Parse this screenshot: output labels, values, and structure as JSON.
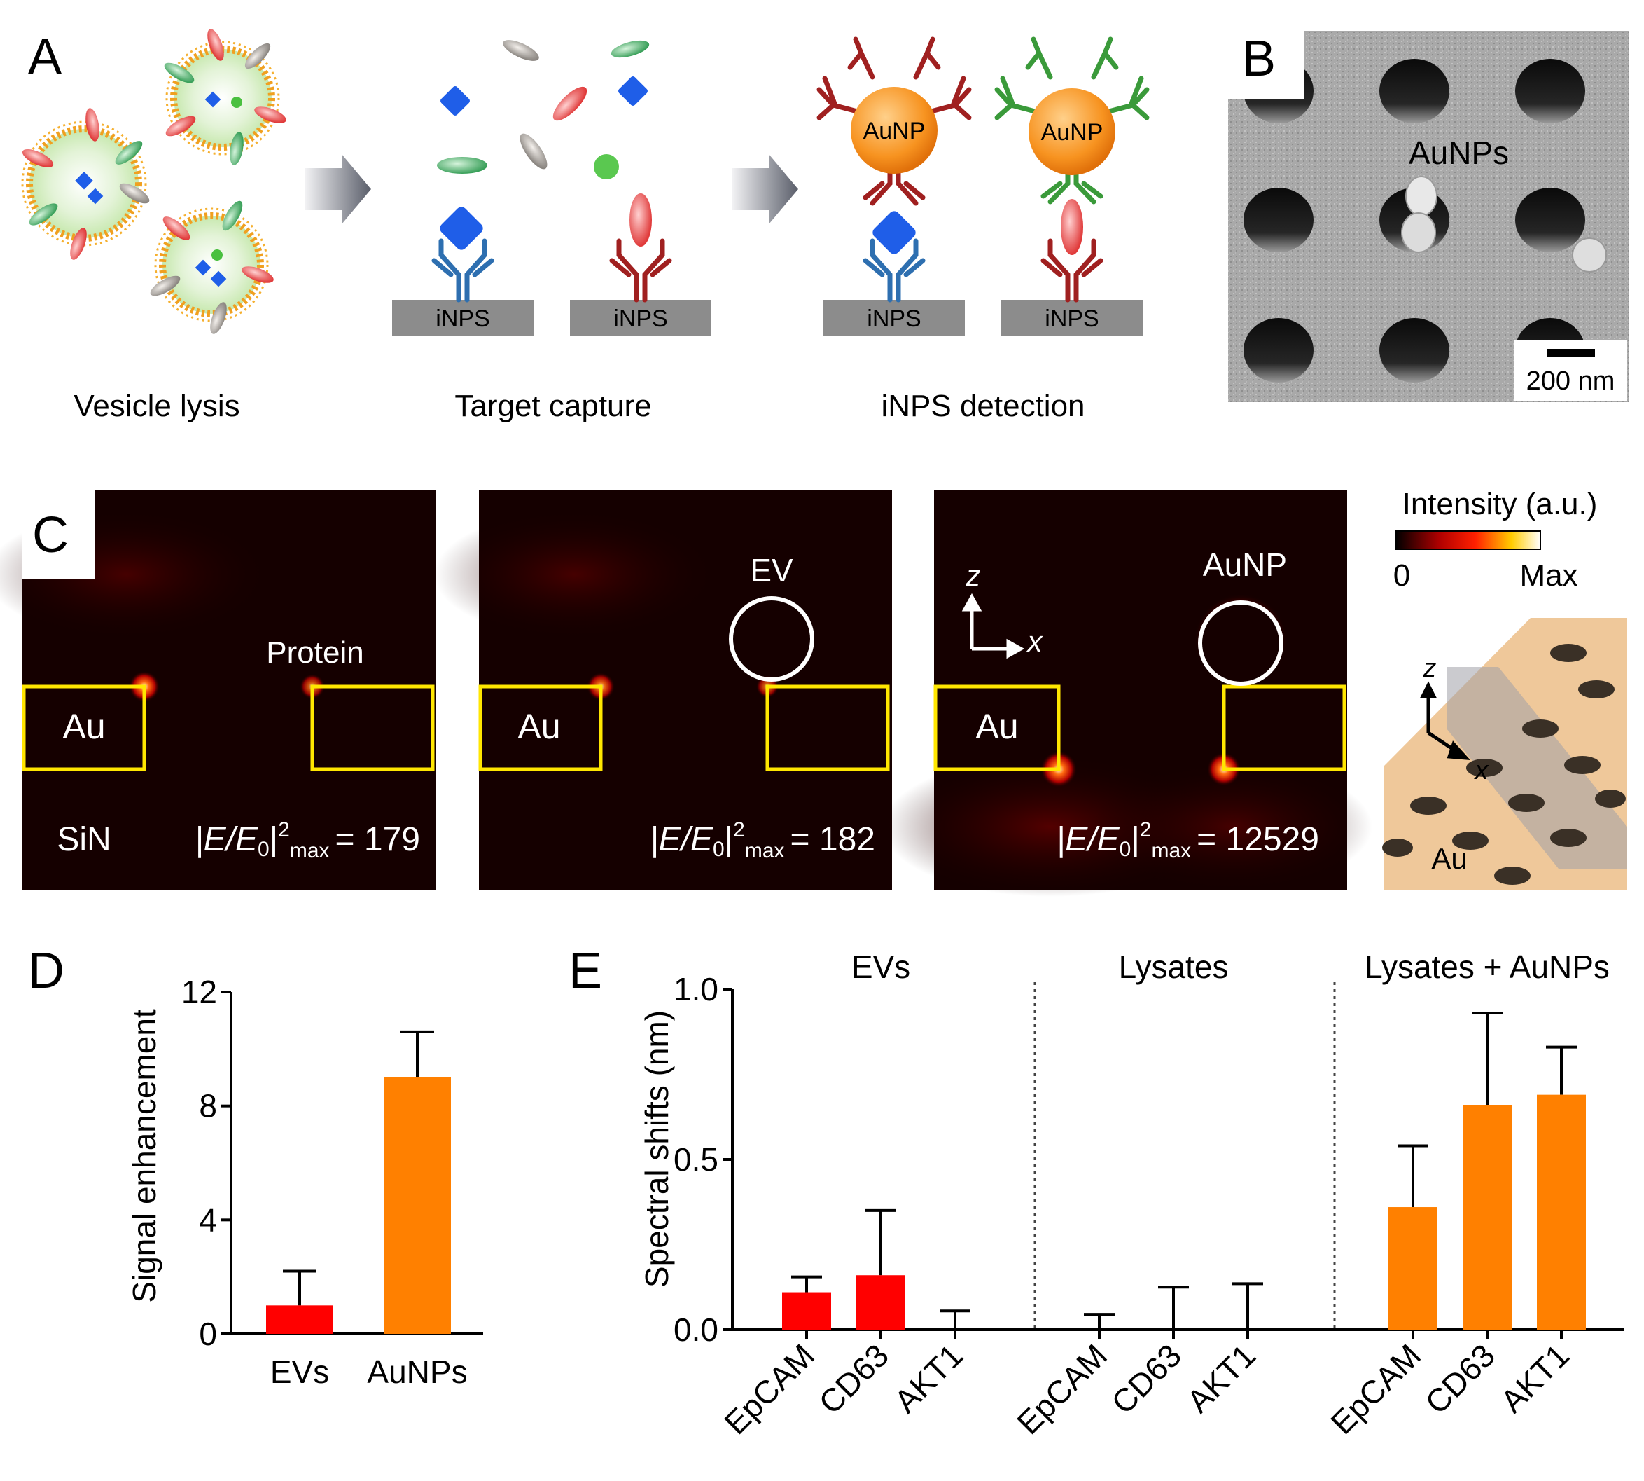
{
  "panel_labels": {
    "a": "A",
    "b": "B",
    "c": "C",
    "d": "D",
    "e": "E"
  },
  "panel_a": {
    "step1_label": "Vesicle lysis",
    "step2_label": "Target capture",
    "step3_label": "iNPS detection",
    "substrate_label": "iNPS",
    "nanoparticle_label": "AuNP",
    "colors": {
      "blue_protein": "#1f5ee8",
      "red_protein": "#e03a3a",
      "green_protein": "#3aa05a",
      "gray_protein": "#8a8580",
      "antibody_blue": "#2e6fb0",
      "antibody_red": "#a02020",
      "antibody_green": "#3a9a3a",
      "aunp": "#f79320",
      "substrate": "#8c8c8c"
    }
  },
  "panel_b": {
    "annotation": "AuNPs",
    "scale_bar": "200 nm"
  },
  "panel_c": {
    "maps": [
      {
        "substrate": "SiN",
        "metal": "Au",
        "target": "Protein",
        "formula_prefix": "|E/E",
        "formula_sub": "0",
        "formula_mid": "|",
        "formula_sup": "2",
        "formula_sub2": "max",
        "value": "= 179"
      },
      {
        "metal": "Au",
        "target": "EV",
        "formula_prefix": "|E/E",
        "formula_sub": "0",
        "formula_mid": "|",
        "formula_sup": "2",
        "formula_sub2": "max",
        "value": "= 182"
      },
      {
        "metal": "Au",
        "target": "AuNP",
        "axis_z": "z",
        "axis_x": "x",
        "formula_prefix": "|E/E",
        "formula_sub": "0",
        "formula_mid": "|",
        "formula_sup": "2",
        "formula_sub2": "max",
        "value": "= 12529"
      }
    ],
    "colorbar": {
      "title": "Intensity (a.u.)",
      "min": "0",
      "max": "Max"
    },
    "schematic": {
      "axis_z": "z",
      "axis_x": "x",
      "label": "Au"
    }
  },
  "chart_data": [
    {
      "type": "bar",
      "panel": "D",
      "ylabel": "Signal enhancement",
      "categories": [
        "EVs",
        "AuNPs"
      ],
      "values": [
        1.0,
        9.0
      ],
      "errors": [
        1.2,
        1.6
      ],
      "colors": [
        "#ff0000",
        "#ff8000"
      ],
      "yticks": [
        "0",
        "4",
        "8",
        "12"
      ],
      "ylim": [
        0,
        12
      ]
    },
    {
      "type": "bar",
      "panel": "E",
      "ylabel": "Spectral shifts (nm)",
      "groups": [
        "EVs",
        "Lysates",
        "Lysates + AuNPs"
      ],
      "categories": [
        "EpCAM",
        "CD63",
        "AKT1"
      ],
      "series": [
        {
          "name": "EVs",
          "values": [
            0.11,
            0.16,
            0.0
          ],
          "errors": [
            0.045,
            0.19,
            0.055
          ],
          "color": "#ff0000"
        },
        {
          "name": "Lysates",
          "values": [
            0.0,
            0.0,
            0.0
          ],
          "errors": [
            0.045,
            0.125,
            0.135
          ],
          "color": "#ff8000"
        },
        {
          "name": "Lysates + AuNPs",
          "values": [
            0.36,
            0.66,
            0.69
          ],
          "errors": [
            0.18,
            0.27,
            0.14
          ],
          "color": "#ff8000"
        }
      ],
      "yticks": [
        "0.0",
        "0.5",
        "1.0"
      ],
      "ylim": [
        0,
        1.0
      ]
    }
  ]
}
